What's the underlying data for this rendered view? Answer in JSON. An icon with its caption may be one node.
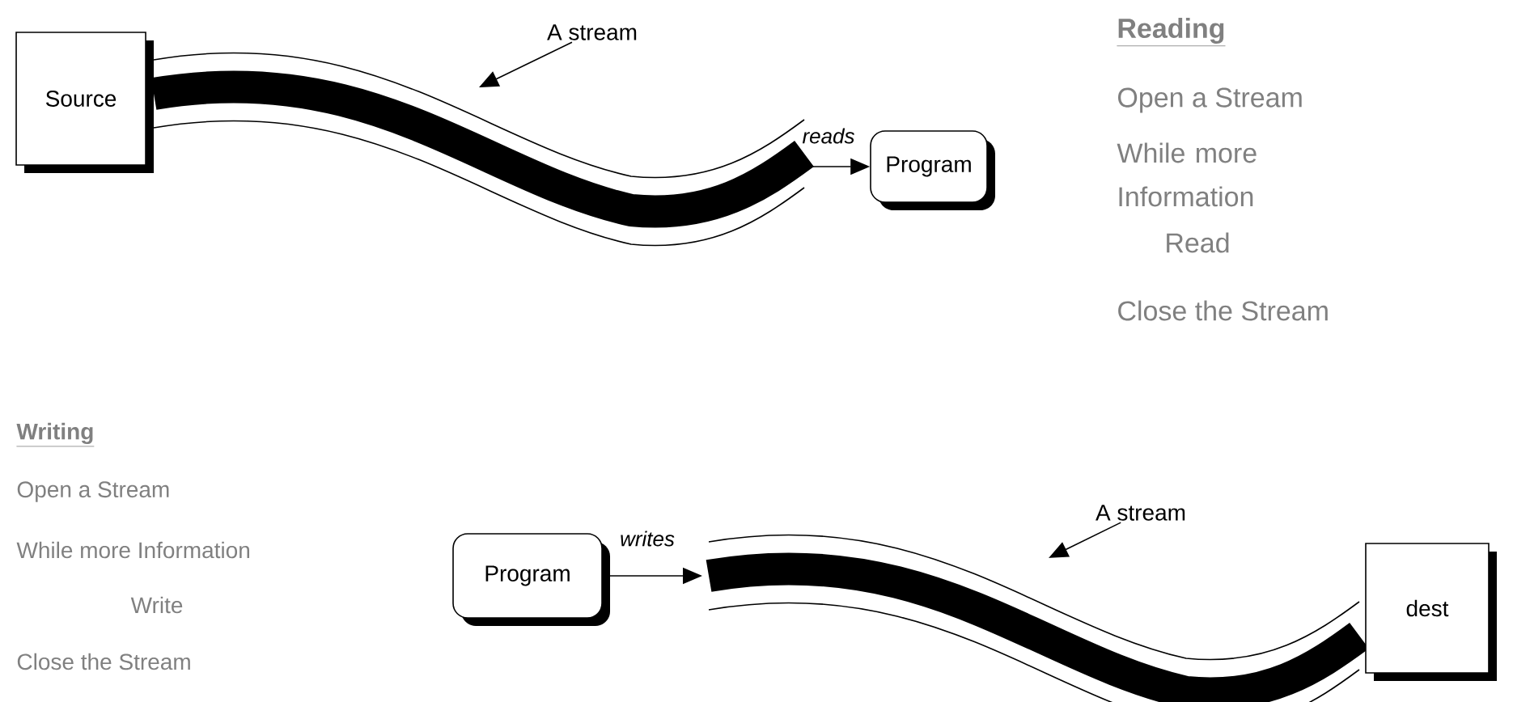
{
  "diagram": {
    "nodes": [
      {
        "text": [
          "Source"
        ]
      },
      {
        "text": [
          "A stream"
        ]
      },
      {
        "text": [],
        "shape": "band"
      },
      {
        "text": [
          "Program"
        ]
      },
      {
        "text": [
          "Program"
        ]
      },
      {
        "text": [
          "A stream"
        ]
      },
      {
        "text": [],
        "shape": "band"
      },
      {
        "text": [
          "dest"
        ]
      }
    ],
    "edges": [
      {
        "from": 1,
        "to": 2,
        "arrow": "to"
      },
      {
        "from": 2,
        "to": 3,
        "arrow": "to",
        "label": "reads"
      },
      {
        "from": 4,
        "to": 6,
        "arrow": "to",
        "label": "writes"
      },
      {
        "from": 5,
        "to": 6,
        "arrow": "to"
      }
    ],
    "labels": [
      "Reading",
      "Open a Stream",
      "While more Information",
      "Read",
      "Close the Stream",
      "Writing",
      "Open a Stream",
      "While more Information",
      "Write",
      "Close the Stream"
    ]
  }
}
